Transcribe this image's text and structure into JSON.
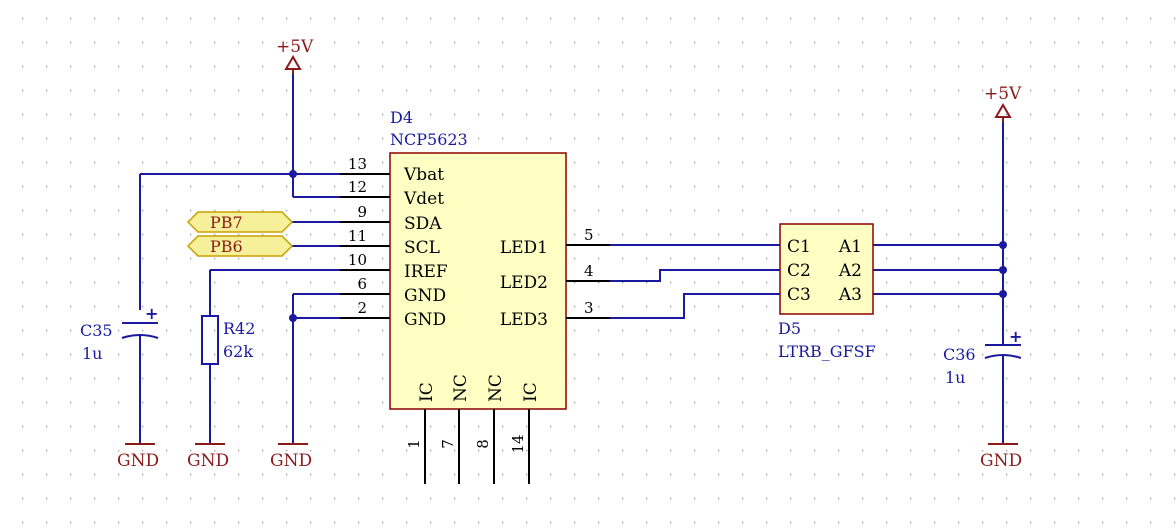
{
  "grid_color": "#9a9a9a",
  "colors": {
    "wire": "#1a1aa0",
    "power": "#8b1a1a",
    "ic_fill": "#ffffc4",
    "net_label_fill": "#f7f09a"
  },
  "d4": {
    "ref": "D4",
    "part": "NCP5623",
    "left_pins": [
      {
        "num": "13",
        "name": "Vbat"
      },
      {
        "num": "12",
        "name": "Vdet"
      },
      {
        "num": "9",
        "name": "SDA"
      },
      {
        "num": "11",
        "name": "SCL"
      },
      {
        "num": "10",
        "name": "IREF"
      },
      {
        "num": "6",
        "name": "GND"
      },
      {
        "num": "2",
        "name": "GND"
      }
    ],
    "right_pins": [
      {
        "num": "5",
        "name": "LED1"
      },
      {
        "num": "4",
        "name": "LED2"
      },
      {
        "num": "3",
        "name": "LED3"
      }
    ],
    "bottom_pins": [
      {
        "num": "1",
        "name": "IC"
      },
      {
        "num": "7",
        "name": "NC"
      },
      {
        "num": "8",
        "name": "NC"
      },
      {
        "num": "14",
        "name": "IC"
      }
    ]
  },
  "d5": {
    "ref": "D5",
    "part": "LTRB_GFSF",
    "pins": [
      {
        "left": "C1",
        "right": "A1"
      },
      {
        "left": "C2",
        "right": "A2"
      },
      {
        "left": "C3",
        "right": "A3"
      }
    ]
  },
  "c35": {
    "ref": "C35",
    "value": "1u",
    "plus": "+"
  },
  "c36": {
    "ref": "C36",
    "value": "1u",
    "plus": "+"
  },
  "r42": {
    "ref": "R42",
    "value": "62k"
  },
  "net_labels": {
    "pb7": "PB7",
    "pb6": "PB6"
  },
  "power": {
    "vcc_left": "+5V",
    "vcc_right": "+5V"
  },
  "ground": {
    "c35": "GND",
    "r42": "GND",
    "d4": "GND",
    "c36": "GND"
  }
}
